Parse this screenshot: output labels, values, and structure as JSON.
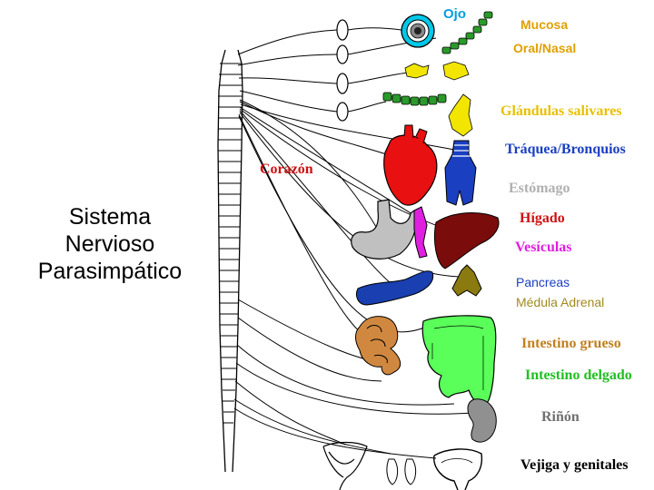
{
  "title": {
    "line1": "Sistema",
    "line2": "Nervioso",
    "line3": "Parasimpático"
  },
  "labels": [
    {
      "key": "ojo",
      "text": "Ojo",
      "color": "#00a0e0"
    },
    {
      "key": "mucosa",
      "text": "Mucosa",
      "color": "#e0a000"
    },
    {
      "key": "oral_nasal",
      "text": "Oral/Nasal",
      "color": "#e0a000"
    },
    {
      "key": "glandulas",
      "text": "Glándulas salivares",
      "color": "#e8c000"
    },
    {
      "key": "traquea",
      "text": "Tráquea/Bronquios",
      "color": "#1a3fc0"
    },
    {
      "key": "corazon",
      "text": "Corazón",
      "color": "#d01010"
    },
    {
      "key": "estomago",
      "text": "Estómago",
      "color": "#b0b0b0"
    },
    {
      "key": "higado",
      "text": "Hígado",
      "color": "#d01010"
    },
    {
      "key": "vesiculas",
      "text": "Vesículas",
      "color": "#e020e0"
    },
    {
      "key": "pancreas",
      "text": "Pancreas",
      "color": "#1a3fc0"
    },
    {
      "key": "medula",
      "text": "Médula  Adrenal",
      "color": "#a08a20"
    },
    {
      "key": "intestino_grueso",
      "text": "Intestino grueso",
      "color": "#c08020"
    },
    {
      "key": "intestino_delgado",
      "text": "Intestino delgado",
      "color": "#20c020"
    },
    {
      "key": "rinon",
      "text": "Riñón",
      "color": "#707070"
    },
    {
      "key": "vejiga",
      "text": "Vejiga y genitales",
      "color": "#000000"
    }
  ],
  "colors": {
    "eye": "#00c8e8",
    "mucosa": "#2a9a2a",
    "glands": "#f2e600",
    "heart": "#e81010",
    "trachea": "#1a3fc0",
    "stomach": "#c0c0c0",
    "gallbladder": "#e020e0",
    "liver": "#7a0c0c",
    "pancreas": "#1a3fb0",
    "adrenal": "#8a7a10",
    "small_intestine": "#d08840",
    "large_intestine": "#5aff5a",
    "kidney": "#909090"
  }
}
